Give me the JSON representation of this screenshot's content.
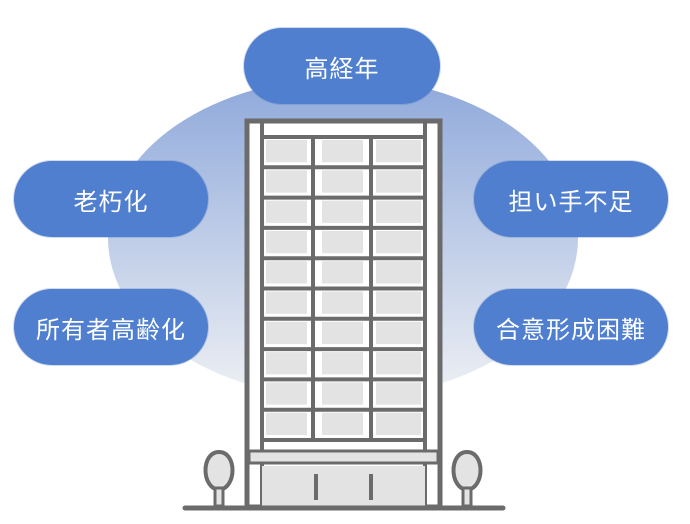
{
  "colors": {
    "pill_fill": "#4f7fce",
    "ellipse_top": "#8fa9db",
    "ellipse_bottom": "#eef0f4",
    "building_stroke": "#6b6b6b",
    "building_fill": "#e3e3e3"
  },
  "labels": {
    "top": "高経年",
    "left_upper": "老朽化",
    "left_lower": "所有者高齢化",
    "right_upper": "担い手不足",
    "right_lower": "合意形成困難"
  }
}
